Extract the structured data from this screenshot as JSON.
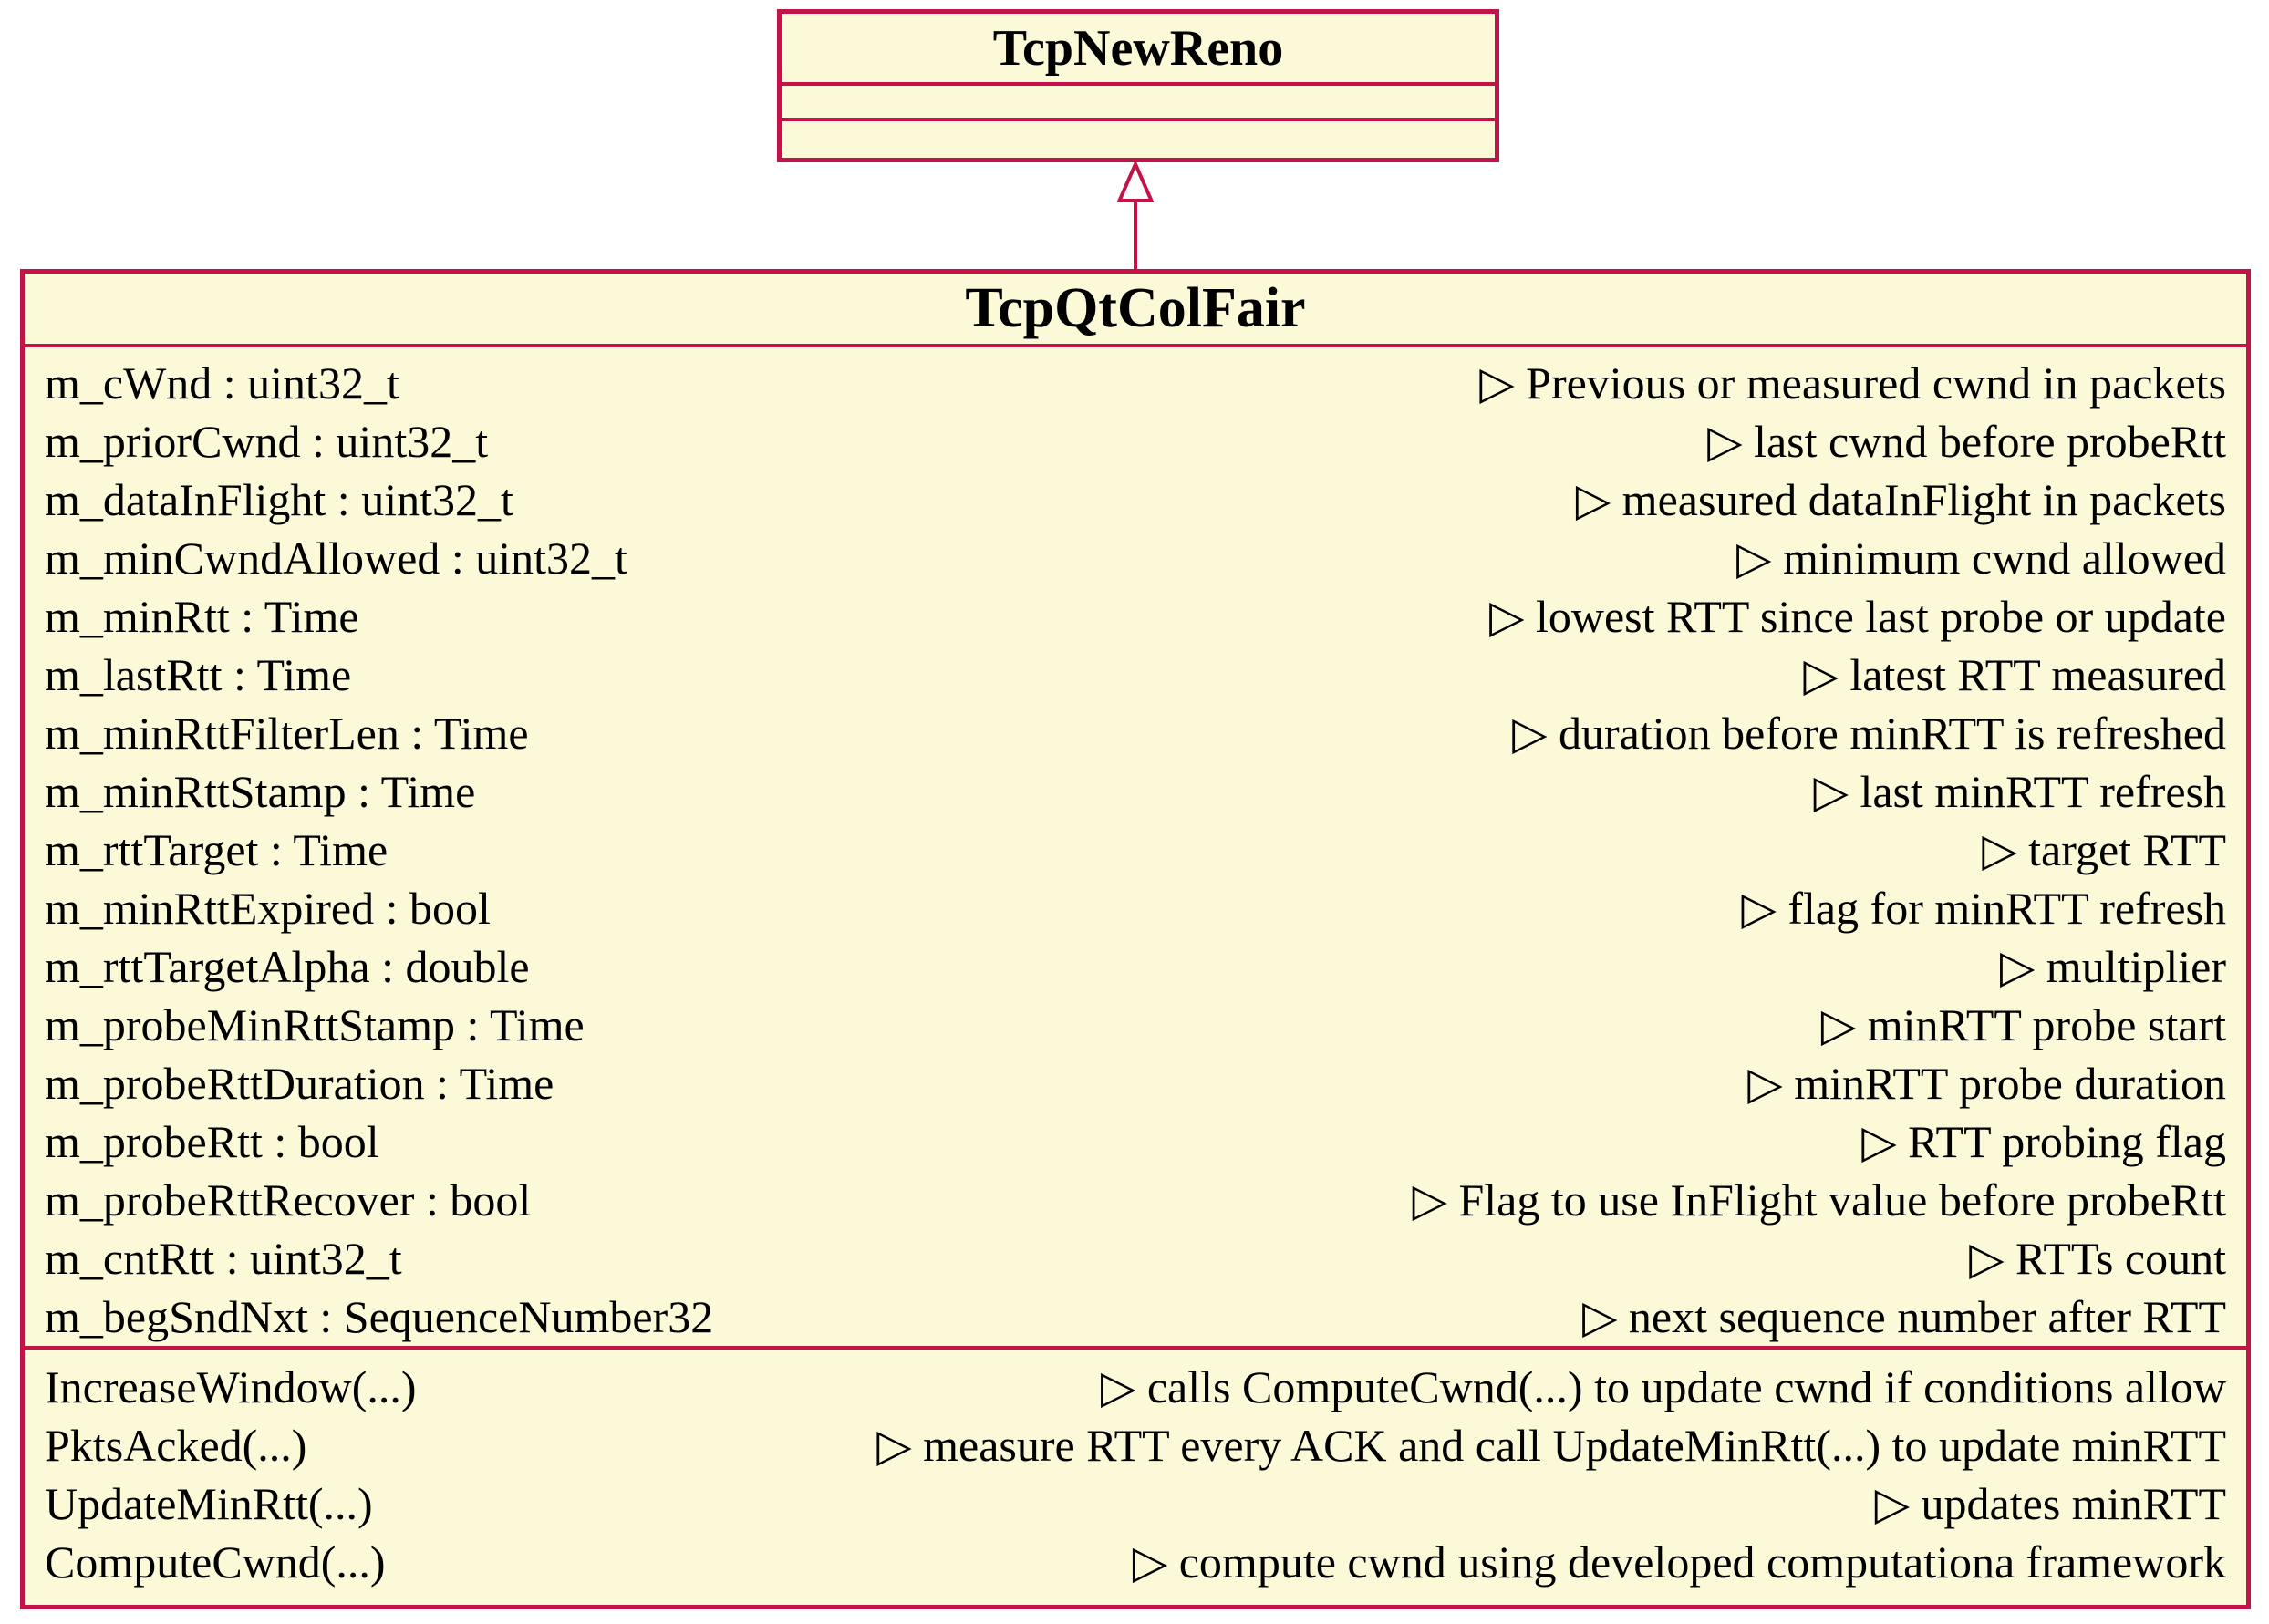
{
  "relationship": {
    "type": "generalization"
  },
  "colors": {
    "box_fill": "#FCF9D8",
    "box_border": "#C41349",
    "text": "#000000"
  },
  "parent_class": {
    "title": "TcpNewReno"
  },
  "child_class": {
    "title": "TcpQtColFair",
    "attributes": [
      {
        "name": "m_cWnd : uint32_t",
        "comment": "▷ Previous or measured cwnd in packets"
      },
      {
        "name": "m_priorCwnd : uint32_t",
        "comment": "▷ last cwnd before probeRtt"
      },
      {
        "name": "m_dataInFlight : uint32_t",
        "comment": "▷ measured dataInFlight in packets"
      },
      {
        "name": "m_minCwndAllowed : uint32_t",
        "comment": "▷ minimum cwnd allowed"
      },
      {
        "name": "m_minRtt : Time",
        "comment": "▷ lowest RTT since last probe or update"
      },
      {
        "name": "m_lastRtt : Time",
        "comment": "▷ latest RTT measured"
      },
      {
        "name": "m_minRttFilterLen : Time",
        "comment": "▷ duration before minRTT is refreshed"
      },
      {
        "name": "m_minRttStamp : Time",
        "comment": "▷ last minRTT refresh"
      },
      {
        "name": "m_rttTarget : Time",
        "comment": "▷ target RTT"
      },
      {
        "name": "m_minRttExpired : bool",
        "comment": "▷ flag for minRTT refresh"
      },
      {
        "name": "m_rttTargetAlpha : double",
        "comment": "▷ multiplier"
      },
      {
        "name": "m_probeMinRttStamp : Time",
        "comment": "▷ minRTT probe start"
      },
      {
        "name": "m_probeRttDuration : Time",
        "comment": "▷ minRTT probe duration"
      },
      {
        "name": "m_probeRtt : bool",
        "comment": "▷ RTT probing flag"
      },
      {
        "name": "m_probeRttRecover : bool",
        "comment": "▷ Flag to use InFlight value before probeRtt"
      },
      {
        "name": "m_cntRtt : uint32_t",
        "comment": "▷ RTTs count"
      },
      {
        "name": "m_begSndNxt : SequenceNumber32",
        "comment": "▷ next sequence number after RTT"
      }
    ],
    "methods": [
      {
        "name": "IncreaseWindow(...)",
        "comment": "▷ calls ComputeCwnd(...) to update cwnd if conditions allow"
      },
      {
        "name": "PktsAcked(...)",
        "comment": "▷ measure RTT every ACK and call UpdateMinRtt(...) to update minRTT"
      },
      {
        "name": "UpdateMinRtt(...)",
        "comment": "▷ updates minRTT"
      },
      {
        "name": "ComputeCwnd(...)",
        "comment": "▷ compute cwnd using developed computationa framework"
      }
    ]
  }
}
